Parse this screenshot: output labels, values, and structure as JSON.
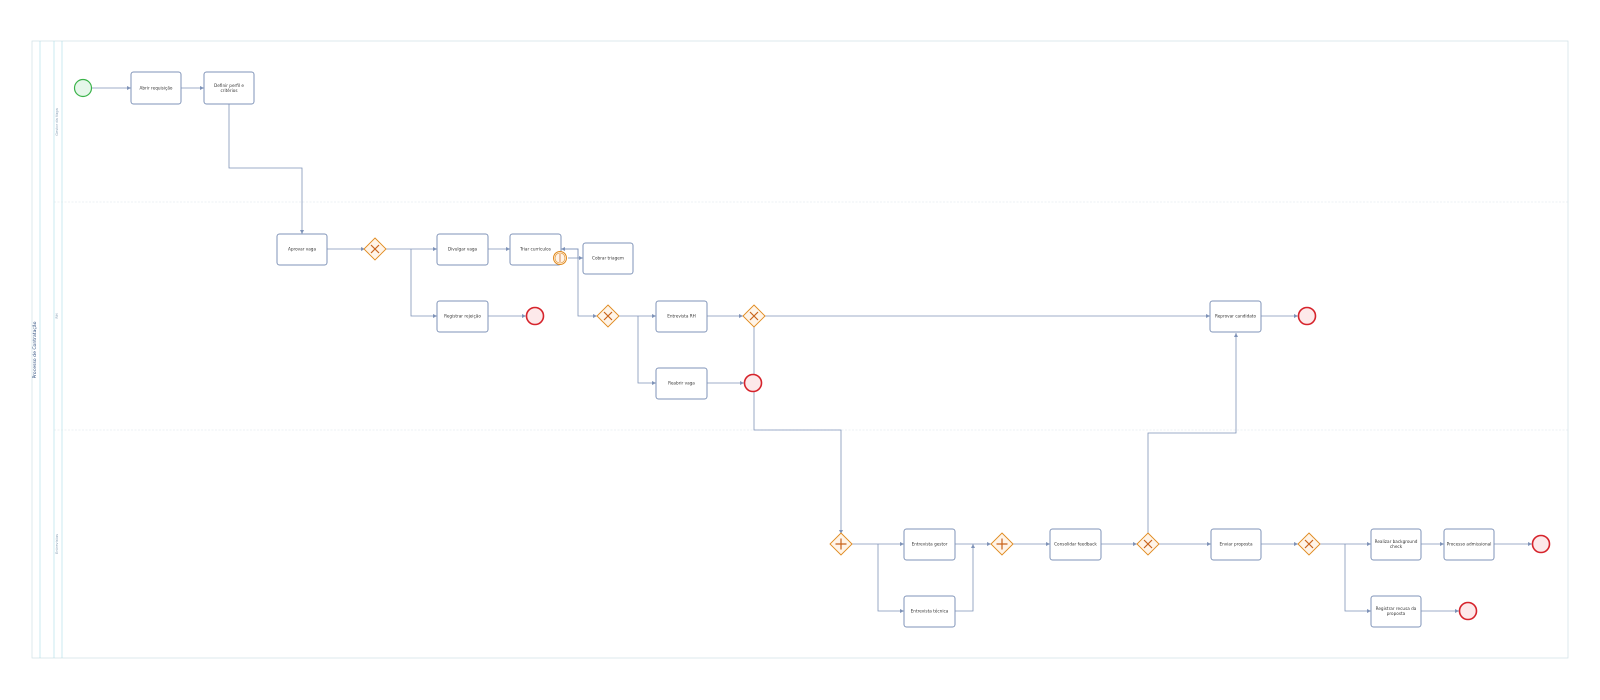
{
  "diagram": {
    "pool_label": "Processo de Contratação",
    "lanes": [
      {
        "id": "lane-gestor",
        "label": "Gestor da Vaga"
      },
      {
        "id": "lane-rh",
        "label": "RH"
      },
      {
        "id": "lane-entrevistas",
        "label": "Entrevistas"
      }
    ],
    "tasks": [
      {
        "id": "t-abrir",
        "label": [
          "Abrir requisição"
        ]
      },
      {
        "id": "t-definir",
        "label": [
          "Definir perfil e",
          "critérios"
        ]
      },
      {
        "id": "t-aprovar",
        "label": [
          "Aprovar vaga"
        ]
      },
      {
        "id": "t-divulgar",
        "label": [
          "Divulgar vaga"
        ]
      },
      {
        "id": "t-triar",
        "label": [
          "Triar currículos"
        ]
      },
      {
        "id": "t-cobrar",
        "label": [
          "Cobrar triagem"
        ]
      },
      {
        "id": "t-registrar-rejeicao",
        "label": [
          "Registrar rejeição"
        ]
      },
      {
        "id": "t-entrevista-rh",
        "label": [
          "Entrevista RH"
        ]
      },
      {
        "id": "t-reabrir",
        "label": [
          "Reabrir vaga"
        ]
      },
      {
        "id": "t-reprovar",
        "label": [
          "Reprovar candidato"
        ]
      },
      {
        "id": "t-entrevista-gestor",
        "label": [
          "Entrevista gestor"
        ]
      },
      {
        "id": "t-entrevista-tecnica",
        "label": [
          "Entrevista técnica"
        ]
      },
      {
        "id": "t-consolidar",
        "label": [
          "Consolidar feedback"
        ]
      },
      {
        "id": "t-enviar",
        "label": [
          "Enviar proposta"
        ]
      },
      {
        "id": "t-background",
        "label": [
          "Realizar background",
          "check"
        ]
      },
      {
        "id": "t-recusa",
        "label": [
          "Registrar recusa da",
          "proposta"
        ]
      },
      {
        "id": "t-admissional",
        "label": [
          "Processo admissional"
        ]
      }
    ],
    "gateways": [
      {
        "id": "g-aprovacao",
        "type": "exclusive"
      },
      {
        "id": "g-triagem",
        "type": "exclusive"
      },
      {
        "id": "g-rh",
        "type": "exclusive"
      },
      {
        "id": "g-split",
        "type": "parallel"
      },
      {
        "id": "g-join",
        "type": "parallel"
      },
      {
        "id": "g-decisao",
        "type": "exclusive"
      },
      {
        "id": "g-proposta",
        "type": "exclusive"
      }
    ],
    "events": [
      {
        "id": "e-start",
        "type": "start"
      },
      {
        "id": "e-timer",
        "type": "intermediate"
      },
      {
        "id": "e-end-rejeicao",
        "type": "end"
      },
      {
        "id": "e-end-reabrir",
        "type": "end"
      },
      {
        "id": "e-end-reprovar",
        "type": "end"
      },
      {
        "id": "e-end-recusa",
        "type": "end"
      },
      {
        "id": "e-end-admissao",
        "type": "end"
      }
    ]
  },
  "colors": {
    "task_stroke": "#7f93b8",
    "gateway": "#e08a1e",
    "start_event": "#3bb34a",
    "end_event": "#d6242c",
    "flow": "#7f93b8"
  }
}
